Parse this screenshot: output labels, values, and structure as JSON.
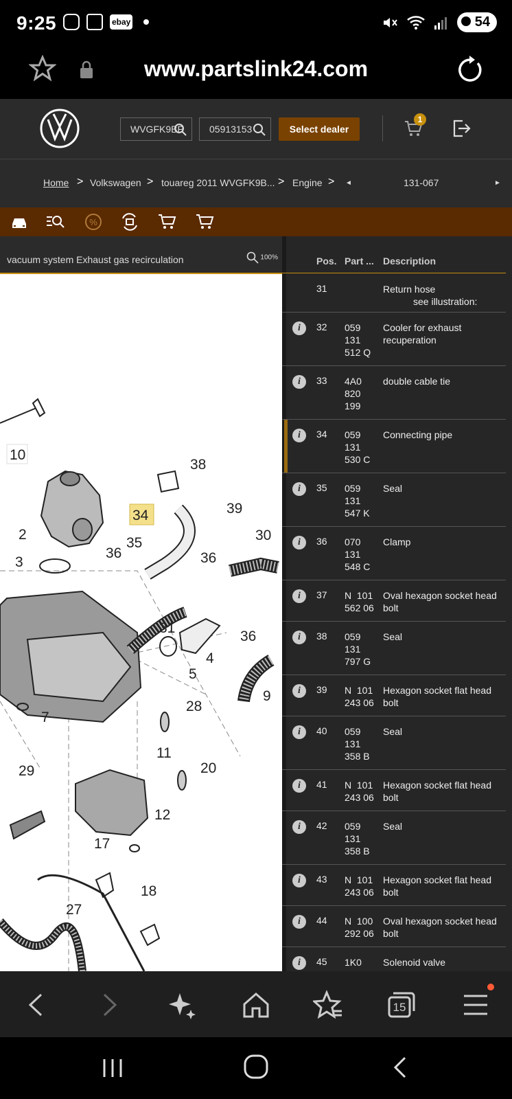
{
  "status_bar": {
    "time": "9:25",
    "app_icons": [
      "instagram-icon",
      "calendar-icon",
      "ebay-icon"
    ],
    "ebay_label": "ebay",
    "battery": "54"
  },
  "browser": {
    "url": "www.partslink24.com"
  },
  "header": {
    "vin_value": "WVGFK9BP",
    "part_search_value": "05913153",
    "dealer_label": "Select dealer",
    "cart_count": "1"
  },
  "breadcrumb": {
    "items": [
      "Home",
      "Volkswagen",
      "touareg 2011 WVGFK9B...",
      "Engine"
    ],
    "back_arrow": "◄",
    "group": "131-067",
    "forward_arrow": "►"
  },
  "illustration": {
    "title": "vacuum system Exhaust gas recirculation",
    "zoom_label": "100%",
    "callouts": [
      "10",
      "38",
      "34",
      "39",
      "2",
      "36",
      "35",
      "30",
      "3",
      "36",
      "31",
      "36",
      "4",
      "5",
      "9",
      "28",
      "7",
      "11",
      "20",
      "29",
      "12",
      "17",
      "18",
      "27"
    ],
    "highlighted_callout": "34"
  },
  "table": {
    "headers": {
      "pos": "Pos.",
      "part": "Part ...",
      "description": "Description"
    },
    "rows": [
      {
        "pos": "31",
        "part": "",
        "description": "Return hose",
        "note": "see illustration:",
        "info": false
      },
      {
        "pos": "32",
        "part": "059\n131\n512 Q",
        "description": "Cooler for exhaust recuperation",
        "info": true
      },
      {
        "pos": "33",
        "part": "4A0\n820\n199",
        "description": "double cable tie",
        "info": true
      },
      {
        "pos": "34",
        "part": "059\n131\n530 C",
        "description": "Connecting pipe",
        "info": true,
        "selected": true
      },
      {
        "pos": "35",
        "part": "059\n131\n547 K",
        "description": "Seal",
        "info": true
      },
      {
        "pos": "36",
        "part": "070\n131\n548 C",
        "description": "Clamp",
        "info": true
      },
      {
        "pos": "37",
        "part": "N  101\n562 06",
        "description": "Oval hexagon socket head bolt",
        "info": true
      },
      {
        "pos": "38",
        "part": "059\n131\n797 G",
        "description": "Seal",
        "info": true
      },
      {
        "pos": "39",
        "part": "N  101\n243 06",
        "description": "Hexagon socket flat head bolt",
        "info": true
      },
      {
        "pos": "40",
        "part": "059\n131\n358 B",
        "description": "Seal",
        "info": true
      },
      {
        "pos": "41",
        "part": "N  101\n243 06",
        "description": "Hexagon socket flat head bolt",
        "info": true
      },
      {
        "pos": "42",
        "part": "059\n131\n358 B",
        "description": "Seal",
        "info": true
      },
      {
        "pos": "43",
        "part": "N  101\n243 06",
        "description": "Hexagon socket flat head bolt",
        "info": true
      },
      {
        "pos": "44",
        "part": "N  100\n292 06",
        "description": "Oval hexagon socket head bolt",
        "info": true
      },
      {
        "pos": "45",
        "part": "1K0",
        "description": "Solenoid valve",
        "info": true
      }
    ]
  },
  "browser_nav": {
    "tabs_count": "15"
  }
}
